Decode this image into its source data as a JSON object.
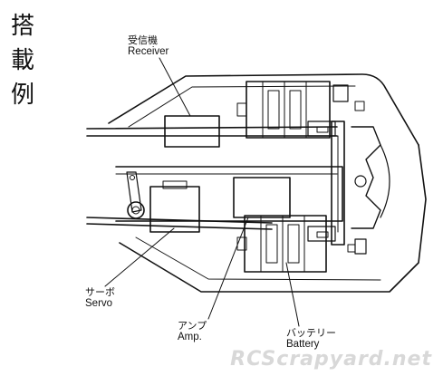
{
  "heading": {
    "chars": [
      "搭",
      "載",
      "例"
    ]
  },
  "labels": {
    "receiver": {
      "jp": "受信機",
      "en": "Receiver"
    },
    "servo": {
      "jp": "サーボ",
      "en": "Servo"
    },
    "amp": {
      "jp": "アンプ",
      "en": "Amp."
    },
    "battery": {
      "jp": "バッテリー",
      "en": "Battery"
    }
  },
  "watermark": "RCScrapyard.net"
}
